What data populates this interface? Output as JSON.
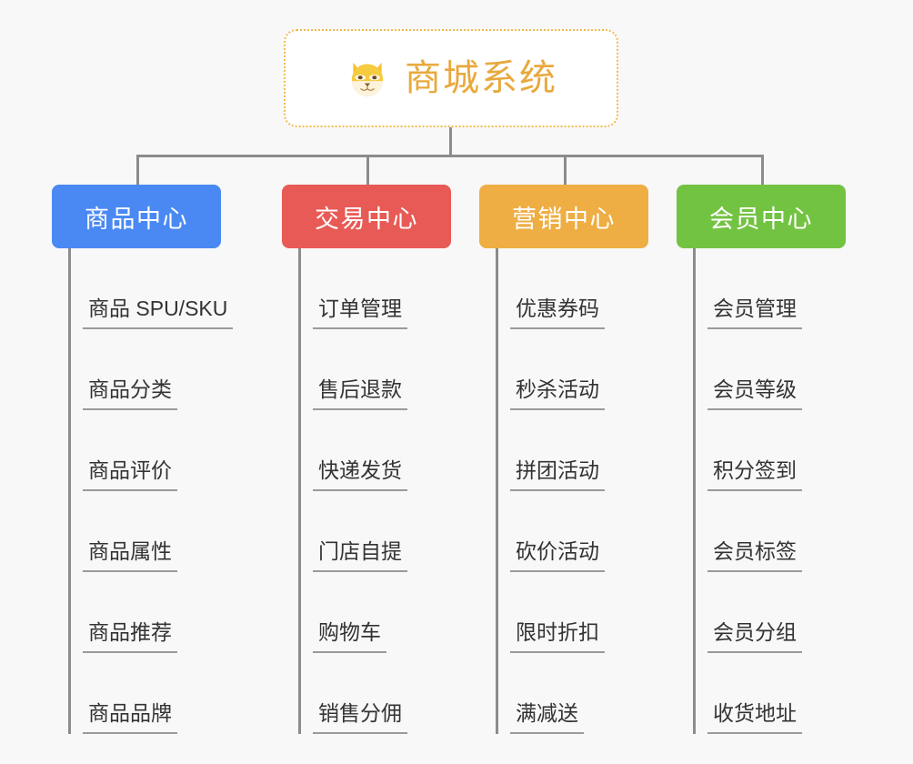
{
  "background_color": "#f8f8f8",
  "root": {
    "title": "商城系统",
    "icon": "dog-face-icon",
    "text_color": "#e8a93d",
    "border_color": "#f0ba4e"
  },
  "connector_color": "#8c8c8c",
  "columns": [
    {
      "id": "product-center",
      "label": "商品中心",
      "color": "#4a89f3",
      "items": [
        "商品 SPU/SKU",
        "商品分类",
        "商品评价",
        "商品属性",
        "商品推荐",
        "商品品牌"
      ]
    },
    {
      "id": "trade-center",
      "label": "交易中心",
      "color": "#e85a55",
      "items": [
        "订单管理",
        "售后退款",
        "快递发货",
        "门店自提",
        "购物车",
        "销售分佣"
      ]
    },
    {
      "id": "marketing-center",
      "label": "营销中心",
      "color": "#eeae43",
      "items": [
        "优惠券码",
        "秒杀活动",
        "拼团活动",
        "砍价活动",
        "限时折扣",
        "满减送"
      ]
    },
    {
      "id": "member-center",
      "label": "会员中心",
      "color": "#73c342",
      "items": [
        "会员管理",
        "会员等级",
        "积分签到",
        "会员标签",
        "会员分组",
        "收货地址"
      ]
    }
  ]
}
